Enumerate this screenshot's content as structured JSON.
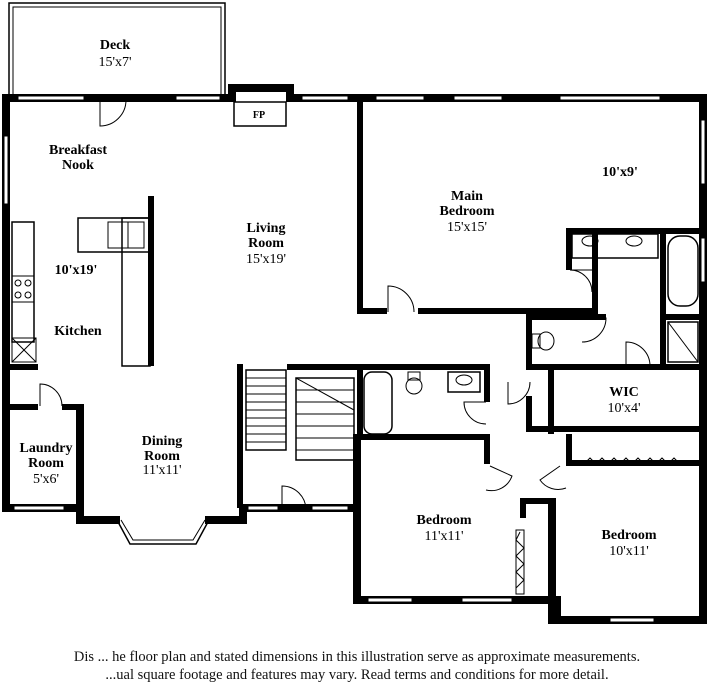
{
  "rooms": {
    "deck": {
      "name": "Deck",
      "size": "15'x7'"
    },
    "breakfast_nook": {
      "name_line1": "Breakfast",
      "name_line2": "Nook"
    },
    "kitchen": {
      "name": "Kitchen",
      "size": "10'x19'"
    },
    "living_room": {
      "name_line1": "Living",
      "name_line2": "Room",
      "size": "15'x19'"
    },
    "main_bedroom": {
      "name_line1": "Main",
      "name_line2": "Bedroom",
      "size": "15'x15'"
    },
    "main_bath": {
      "size": "10'x9'"
    },
    "laundry_room": {
      "name_line1": "Laundry",
      "name_line2": "Room",
      "size": "5'x6'"
    },
    "dining_room": {
      "name_line1": "Dining",
      "name_line2": "Room",
      "size": "11'x11'"
    },
    "wic": {
      "name": "WIC",
      "size": "10'x4'"
    },
    "bedroom_2": {
      "name": "Bedroom",
      "size": "11'x11'"
    },
    "bedroom_3": {
      "name": "Bedroom",
      "size": "10'x11'"
    }
  },
  "fireplace_label": "FP",
  "disclaimer": {
    "line1": "Dis  ...  he floor plan and stated dimensions in this illustration serve as approximate measurements.",
    "line2": "...ual square footage and features may vary. Read terms and conditions for more detail."
  }
}
